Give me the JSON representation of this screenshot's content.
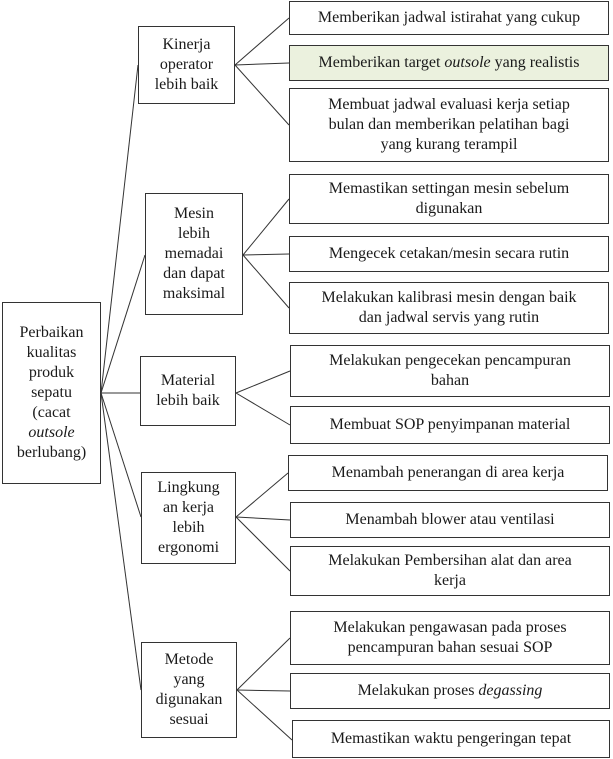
{
  "root": {
    "lines": [
      "Perbaikan",
      "kualitas",
      "produk",
      "sepatu",
      "(cacat",
      "outsole",
      "berlubang)"
    ]
  },
  "categories": [
    {
      "label_lines": [
        "Kinerja",
        "operator",
        "lebih baik"
      ],
      "actions": [
        {
          "lines": [
            "Memberikan jadwal istirahat yang cukup"
          ],
          "highlight": false
        },
        {
          "lines": [
            "Memberikan target outsole yang realistis"
          ],
          "highlight": true
        },
        {
          "lines": [
            "Membuat jadwal evaluasi kerja setiap",
            "bulan dan memberikan pelatihan bagi",
            "yang kurang terampil"
          ],
          "highlight": false
        }
      ]
    },
    {
      "label_lines": [
        "Mesin",
        "lebih",
        "memadai",
        "dan dapat",
        "maksimal"
      ],
      "actions": [
        {
          "lines": [
            "Memastikan settingan mesin sebelum",
            "digunakan"
          ],
          "highlight": false
        },
        {
          "lines": [
            "Mengecek cetakan/mesin secara rutin"
          ],
          "highlight": false
        },
        {
          "lines": [
            "Melakukan kalibrasi mesin dengan baik",
            "dan jadwal servis yang rutin"
          ],
          "highlight": false
        }
      ]
    },
    {
      "label_lines": [
        "Material",
        "lebih baik"
      ],
      "actions": [
        {
          "lines": [
            "Melakukan pengecekan pencampuran",
            "bahan"
          ],
          "highlight": false
        },
        {
          "lines": [
            "Membuat SOP penyimpanan material"
          ],
          "highlight": false
        }
      ]
    },
    {
      "label_lines": [
        "Lingkung",
        "an kerja",
        "lebih",
        "ergonomi"
      ],
      "actions": [
        {
          "lines": [
            "Menambah penerangan di area kerja"
          ],
          "highlight": false
        },
        {
          "lines": [
            "Menambah blower atau ventilasi"
          ],
          "highlight": false
        },
        {
          "lines": [
            "Melakukan Pembersihan alat dan area",
            "kerja"
          ],
          "highlight": false
        }
      ]
    },
    {
      "label_lines": [
        "Metode",
        "yang",
        "digunakan",
        "sesuai"
      ],
      "actions": [
        {
          "lines": [
            "Melakukan pengawasan pada proses",
            "pencampuran bahan sesuai SOP"
          ],
          "highlight": false
        },
        {
          "lines": [
            "Melakukan proses degassing"
          ],
          "highlight": false
        },
        {
          "lines": [
            "Memastikan waktu pengeringan tepat"
          ],
          "highlight": false
        }
      ]
    }
  ]
}
